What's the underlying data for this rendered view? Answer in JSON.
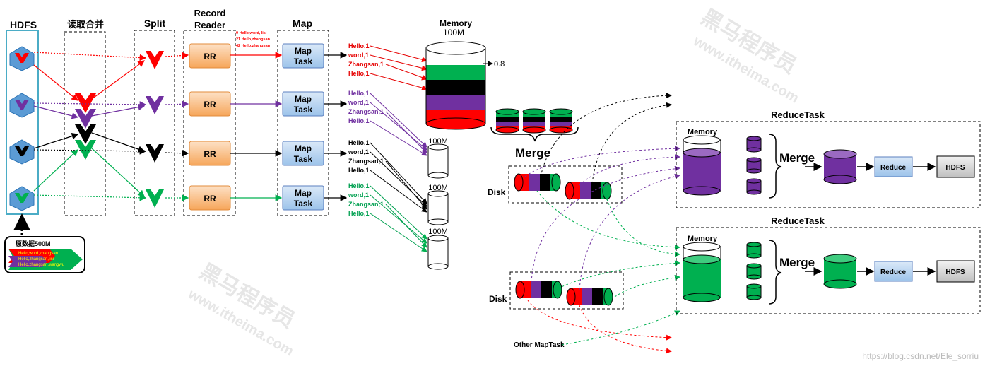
{
  "columns": {
    "hdfs": "HDFS",
    "read_merge": "读取合并",
    "split": "Split",
    "record_reader_line1": "Record",
    "record_reader_line2": "Reader",
    "map": "Map"
  },
  "rr_label": "RR",
  "map_task_line1": "Map",
  "map_task_line2": "Task",
  "source_box": {
    "title": "原数据500M",
    "lines": [
      "Hello,word,zhangsan",
      "Hello,zhangsan,lisi",
      "Hello,zhangsan,wangwu"
    ]
  },
  "record_offsets": [
    "0   Hello,word, lisi",
    "21  Hello,zhangsan",
    "42  Hello,zhangsan"
  ],
  "map_outputs": [
    {
      "color": "#e60000",
      "lines": [
        "Hello,1",
        "word,1",
        "Zhangsan,1",
        "Hello,1"
      ]
    },
    {
      "color": "#7030a0",
      "lines": [
        "Hello,1",
        "word,1",
        "Zhangsan,1",
        "Hello,1"
      ]
    },
    {
      "color": "#000000",
      "lines": [
        "Hello,1",
        "word,1",
        "Zhangsan,1",
        "Hello,1"
      ]
    },
    {
      "color": "#00a050",
      "lines": [
        "Hello,1",
        "word,1",
        "Zhangsan,1",
        "Hello,1"
      ]
    }
  ],
  "memory_title": "Memory",
  "memory_size": "100M",
  "threshold": "0.8",
  "spill_sizes": [
    "100M",
    "100M",
    "100M"
  ],
  "merge_label": "Merge",
  "disk_label": "Disk",
  "other_maptask": "Other MapTask",
  "reduce_tasks": [
    {
      "title": "ReduceTask",
      "memory": "Memory",
      "merge": "Merge",
      "reduce": "Reduce",
      "hdfs": "HDFS",
      "color": "#7030a0"
    },
    {
      "title": "ReduceTask",
      "memory": "Memory",
      "merge": "Merge",
      "reduce": "Reduce",
      "hdfs": "HDFS",
      "color": "#00b050"
    }
  ],
  "watermarks": [
    "黑马程序员",
    "www.itheima.com"
  ],
  "footer_url": "https://blog.csdn.net/Ele_sorriu",
  "colors": {
    "red": "#ff0000",
    "purple": "#7030a0",
    "black": "#000000",
    "green": "#00b050",
    "hdfs_border": "#4bacc6",
    "rr_fill": "#fbc08f",
    "map_fill": "#bdd7ee"
  }
}
